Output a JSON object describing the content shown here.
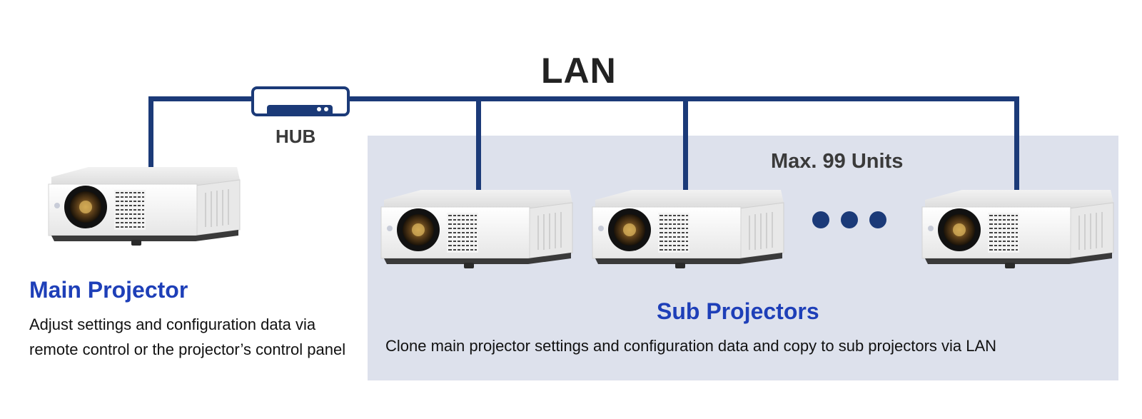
{
  "network": {
    "label": "LAN",
    "hub_label": "HUB"
  },
  "main": {
    "title": "Main Projector",
    "description": "Adjust settings and configuration data via remote control or the projector’s control panel"
  },
  "sub": {
    "title": "Sub Projectors",
    "description": "Clone main projector settings and configuration data and copy to sub projectors via LAN",
    "max_units": "Max. 99 Units",
    "ellipsis_dots": 3
  },
  "colors": {
    "line": "#1b3a78",
    "title_blue": "#1e3fb8",
    "panel_bg": "#dde1ec"
  },
  "icons": [
    "hub-icon",
    "projector-icon"
  ]
}
